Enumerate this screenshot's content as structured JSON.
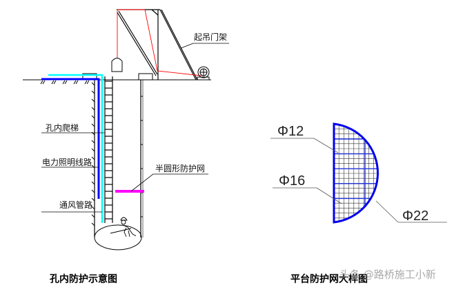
{
  "left_figure": {
    "title": "孔内防护示意图",
    "labels": {
      "gantry": "起吊门架",
      "ladder": "孔内爬梯",
      "power_line": "电力照明线路",
      "half_net": "半圆形防护网",
      "vent_pipe": "通风管路"
    }
  },
  "right_figure": {
    "title": "平台防护网大样图",
    "labels": {
      "phi12": "Φ12",
      "phi16": "Φ16",
      "phi22": "Φ22"
    }
  },
  "watermark": "头条 @路桥施工小新",
  "colors": {
    "power_line": "#0000ff",
    "vent_pipe": "#00ffff",
    "net": "#ff00ff",
    "rope": "#ff0000",
    "mesh": "#0000ee"
  }
}
